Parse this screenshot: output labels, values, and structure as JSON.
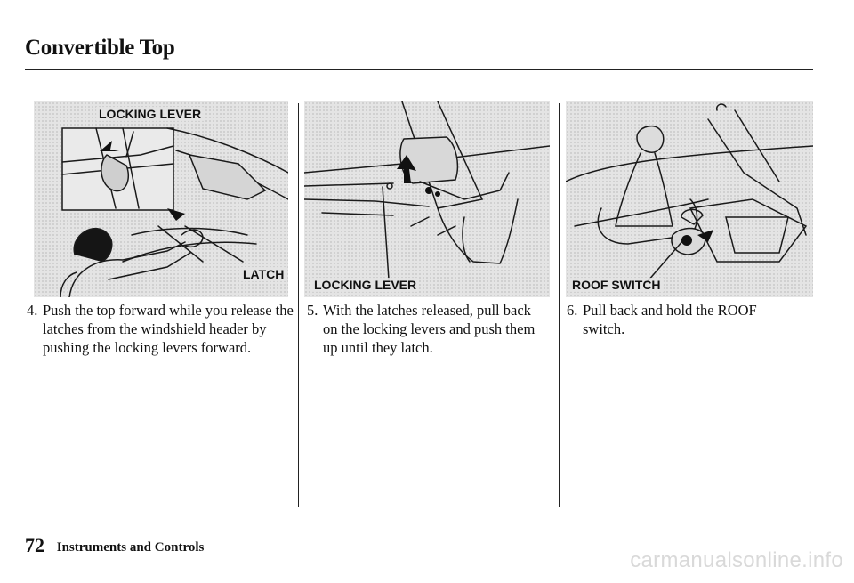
{
  "header": {
    "title": "Convertible Top"
  },
  "panels": [
    {
      "callouts": [
        "LOCKING LEVER",
        "LATCH"
      ],
      "step_number": "4.",
      "step_text": "Push the top forward while you release the latches from the windshield header by pushing the locking levers forward."
    },
    {
      "callouts": [
        "LOCKING LEVER"
      ],
      "step_number": "5.",
      "step_text": "With the latches released, pull back on the locking levers and push them up until they latch."
    },
    {
      "callouts": [
        "ROOF SWITCH"
      ],
      "step_number": "6.",
      "step_text": "Pull back and hold the ROOF switch."
    }
  ],
  "footer": {
    "page_number": "72",
    "section": "Instruments and Controls"
  },
  "watermark": "carmanualsonline.info"
}
